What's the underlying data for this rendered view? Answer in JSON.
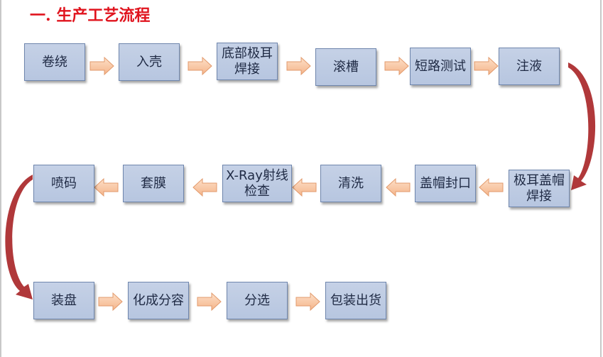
{
  "title": "一. 生产工艺流程",
  "steps": {
    "s1": "卷绕",
    "s2": "入壳",
    "s3": "底部极耳焊接",
    "s4": "滚槽",
    "s5": "短路测试",
    "s6": "注液",
    "s7": "极耳盖帽焊接",
    "s8": "盖帽封口",
    "s9": "清洗",
    "s10": "X-Ray射线检查",
    "s11": "套膜",
    "s12": "喷码",
    "s13": "装盘",
    "s14": "化成分容",
    "s15": "分选",
    "s16": "包装出货"
  },
  "colors": {
    "title": "#e0141e",
    "box": "#bfcbe3",
    "arrow": "#f9c7a3",
    "curve": "#b0383a"
  }
}
